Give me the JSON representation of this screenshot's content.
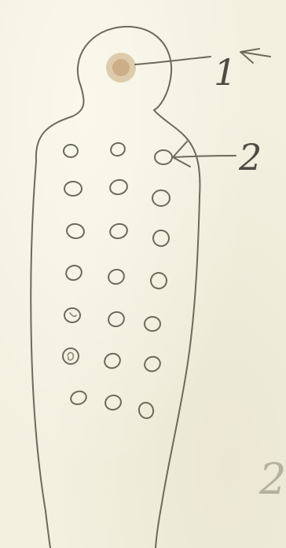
{
  "diagram": {
    "head_marker": {
      "label": "1",
      "fill_color": "#c9a878"
    },
    "cell_marker": {
      "label": "2"
    },
    "cell_grid": {
      "rows": 7,
      "columns": 3
    },
    "stray_mark": "2"
  },
  "colors": {
    "paper": "#f2f0df",
    "pencil": "#6d6a5c",
    "shading": "#c9a878"
  }
}
